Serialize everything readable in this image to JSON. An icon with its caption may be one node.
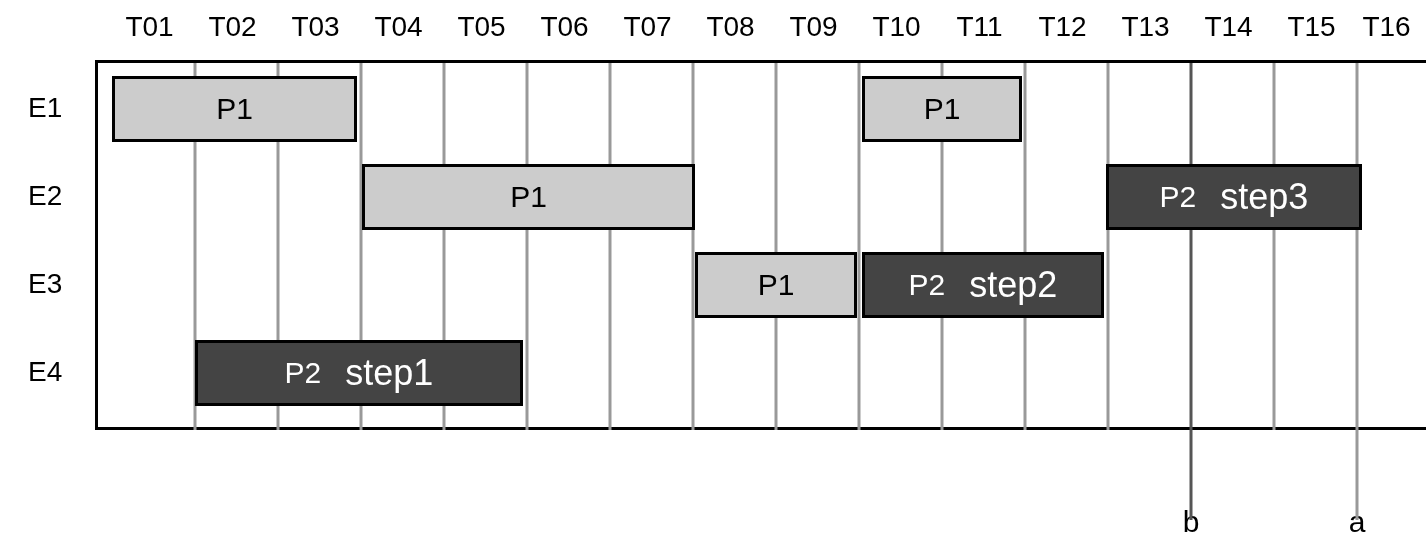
{
  "diagram": {
    "nodes": [
      {
        "text": [
          "P1"
        ]
      },
      {
        "text": [
          "P1"
        ]
      },
      {
        "text": [
          "P1"
        ]
      },
      {
        "text": [
          "P2",
          "step3"
        ]
      },
      {
        "text": [
          "P1"
        ]
      },
      {
        "text": [
          "P2",
          "step2"
        ]
      },
      {
        "text": [
          "P2",
          "step1"
        ]
      }
    ],
    "labels": [
      "T01",
      "T02",
      "T03",
      "T04",
      "T05",
      "T06",
      "T07",
      "T08",
      "T09",
      "T10",
      "T11",
      "T12",
      "T13",
      "T14",
      "T15",
      "T16",
      "E1",
      "E2",
      "E3",
      "E4",
      "b",
      "a"
    ]
  }
}
